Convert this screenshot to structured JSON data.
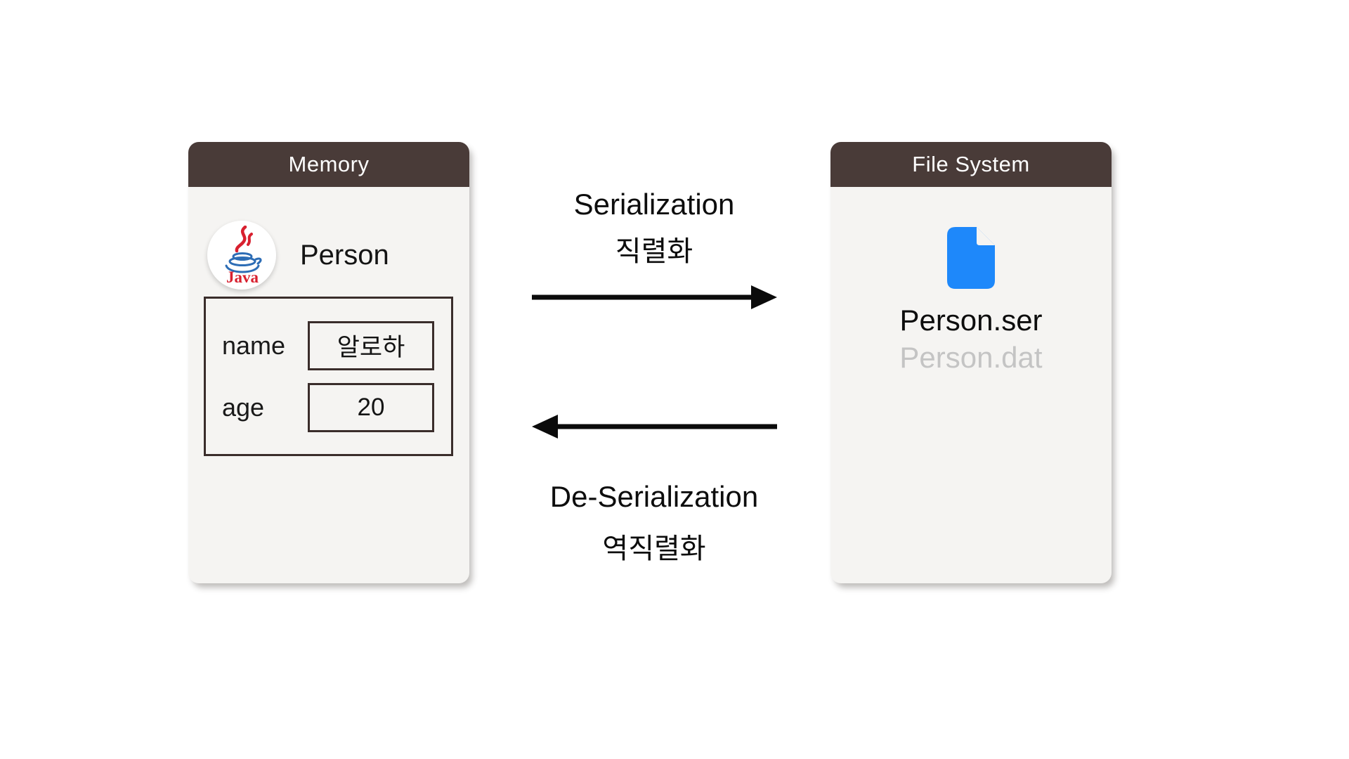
{
  "memory_card": {
    "title": "Memory",
    "object": {
      "icon": "java-logo-icon",
      "icon_text": "Java",
      "class_name": "Person",
      "fields": [
        {
          "label": "name",
          "value": "알로하"
        },
        {
          "label": "age",
          "value": "20"
        }
      ]
    }
  },
  "filesystem_card": {
    "title": "File System",
    "icon": "file-icon",
    "file_primary": "Person.ser",
    "file_secondary": "Person.dat"
  },
  "serialize": {
    "label_en": "Serialization",
    "label_ko": "직렬화",
    "direction": "right"
  },
  "deserialize": {
    "label_en": "De-Serialization",
    "label_ko": "역직렬화",
    "direction": "left"
  },
  "colors": {
    "page_bg": "#ffffff",
    "header_bg": "#493b38",
    "card_bg": "#f5f4f2",
    "border_dark": "#3a2d2b",
    "arrow_black": "#0b0b0b",
    "file_blue": "#1e88fa",
    "muted_text": "#c4c4c4",
    "java_red": "#d8202f",
    "java_blue": "#2d6db5"
  }
}
